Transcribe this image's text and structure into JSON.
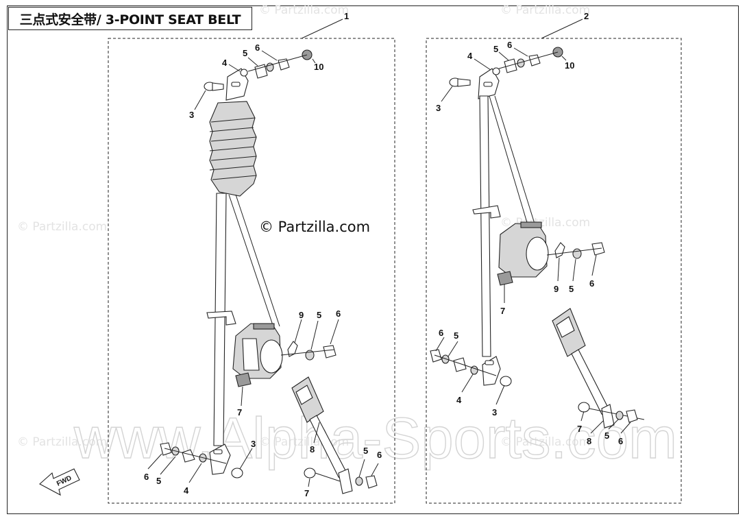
{
  "title": "三点式安全带/ 3-POINT SEAT BELT",
  "copyright": "© Partzilla.com",
  "watermarks": [
    "© Partzilla.com",
    "© Partzilla.com",
    "© Partzilla.com",
    "© Partzilla.com",
    "© Partzilla.com",
    "© Partzilla.com",
    "© Partzilla.com"
  ],
  "big_watermark": "www.Alpha-Sports.com",
  "fwd_label": "FWD",
  "assembly_numbers": {
    "left": "1",
    "right": "2"
  },
  "left_callouts": [
    "3",
    "4",
    "5",
    "6",
    "10",
    "9",
    "5",
    "6",
    "7",
    "3",
    "8",
    "5",
    "6",
    "7",
    "6",
    "5",
    "4"
  ],
  "right_callouts": [
    "3",
    "4",
    "5",
    "6",
    "10",
    "9",
    "5",
    "6",
    "7",
    "6",
    "5",
    "4",
    "3",
    "7",
    "8",
    "5",
    "6"
  ]
}
